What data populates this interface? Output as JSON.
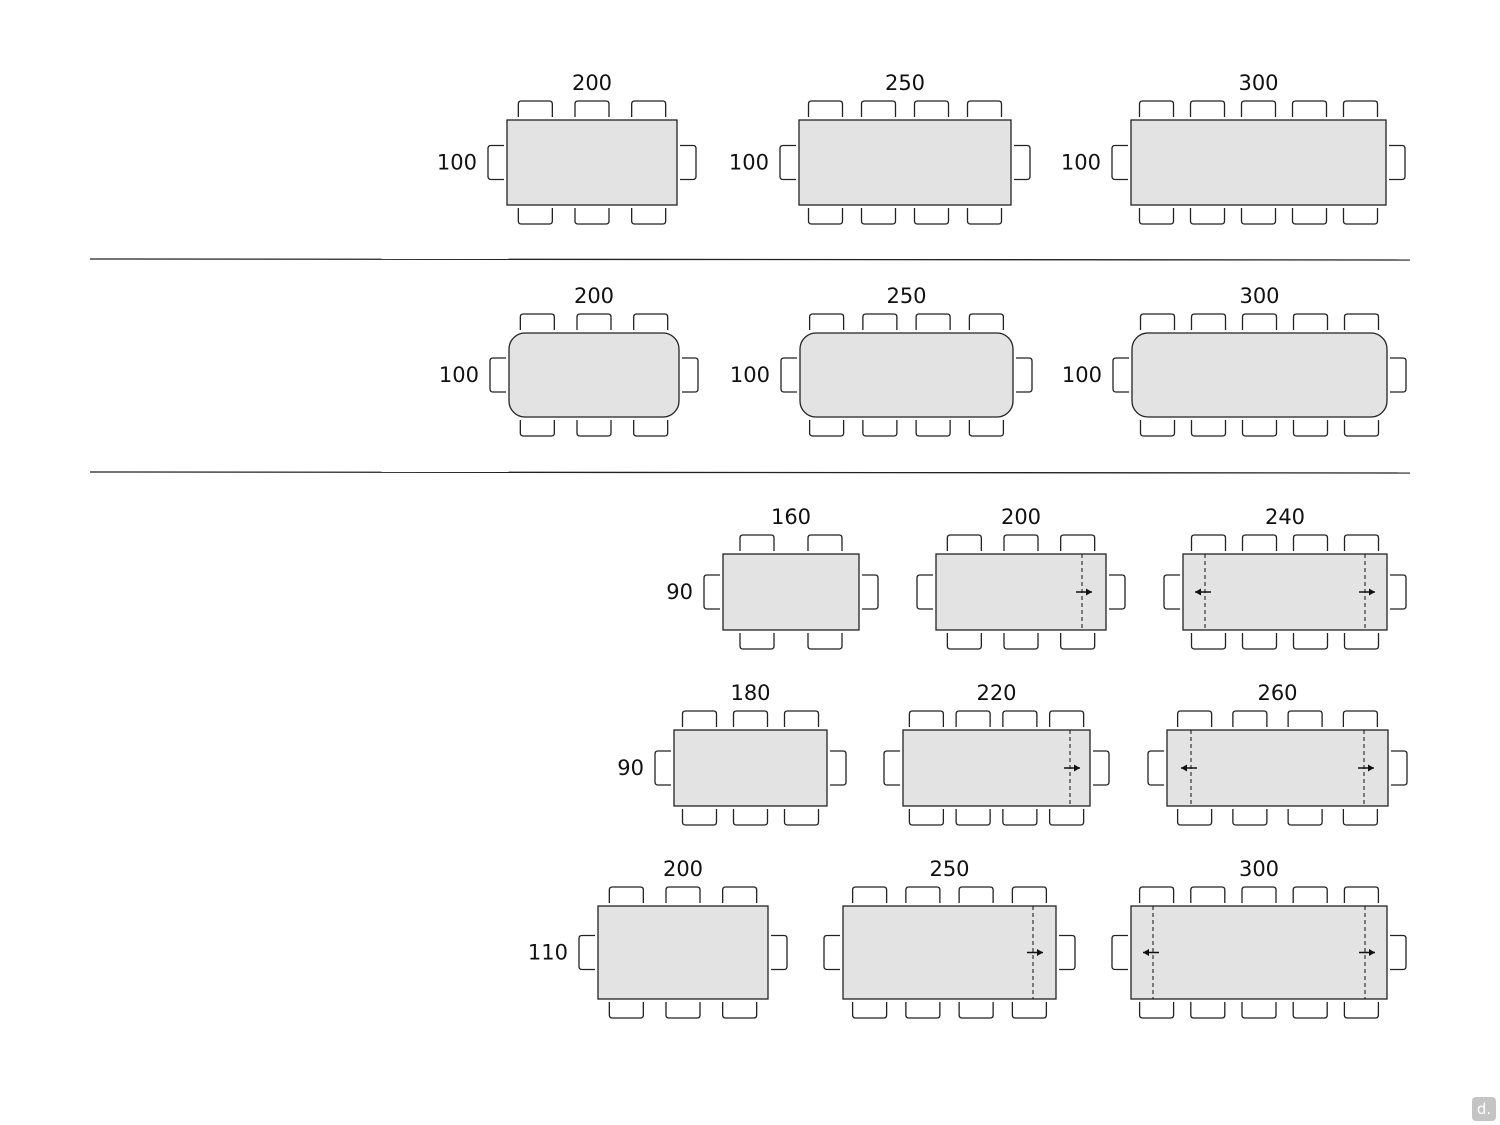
{
  "colors": {
    "table_fill": "#e3e3e3",
    "outline": "#222222",
    "divider": "#222222",
    "label": "#111111",
    "logo": "#c4c4c4"
  },
  "sections": [
    {
      "name": "rectangular-fixed",
      "tables": [
        {
          "length": "200",
          "width": "100",
          "seats_per_side": 3,
          "corners": "square",
          "extension": "none"
        },
        {
          "length": "250",
          "width": "100",
          "seats_per_side": 4,
          "corners": "square",
          "extension": "none"
        },
        {
          "length": "300",
          "width": "100",
          "seats_per_side": 5,
          "corners": "square",
          "extension": "none"
        }
      ]
    },
    {
      "name": "rounded-fixed",
      "tables": [
        {
          "length": "200",
          "width": "100",
          "seats_per_side": 3,
          "corners": "rounded",
          "extension": "none"
        },
        {
          "length": "250",
          "width": "100",
          "seats_per_side": 4,
          "corners": "rounded",
          "extension": "none"
        },
        {
          "length": "300",
          "width": "100",
          "seats_per_side": 5,
          "corners": "rounded",
          "extension": "none"
        }
      ]
    },
    {
      "name": "extendable",
      "rows": [
        [
          {
            "length": "160",
            "width": "90",
            "seats_per_side": 2,
            "corners": "square",
            "extension": "none"
          },
          {
            "length": "200",
            "width": "",
            "seats_per_side": 3,
            "corners": "square",
            "extension": "one-side"
          },
          {
            "length": "240",
            "width": "",
            "seats_per_side": 4,
            "corners": "square",
            "extension": "both-sides"
          }
        ],
        [
          {
            "length": "180",
            "width": "90",
            "seats_per_side": 3,
            "corners": "square",
            "extension": "none"
          },
          {
            "length": "220",
            "width": "",
            "seats_per_side": 4,
            "corners": "square",
            "extension": "one-side"
          },
          {
            "length": "260",
            "width": "",
            "seats_per_side": 4,
            "corners": "square",
            "extension": "both-sides"
          }
        ],
        [
          {
            "length": "200",
            "width": "110",
            "seats_per_side": 3,
            "corners": "square",
            "extension": "none"
          },
          {
            "length": "250",
            "width": "",
            "seats_per_side": 4,
            "corners": "square",
            "extension": "one-side"
          },
          {
            "length": "300",
            "width": "",
            "seats_per_side": 5,
            "corners": "square",
            "extension": "both-sides"
          }
        ]
      ]
    }
  ],
  "logo": {
    "text": "d.",
    "icon": "brand-logo-icon"
  }
}
